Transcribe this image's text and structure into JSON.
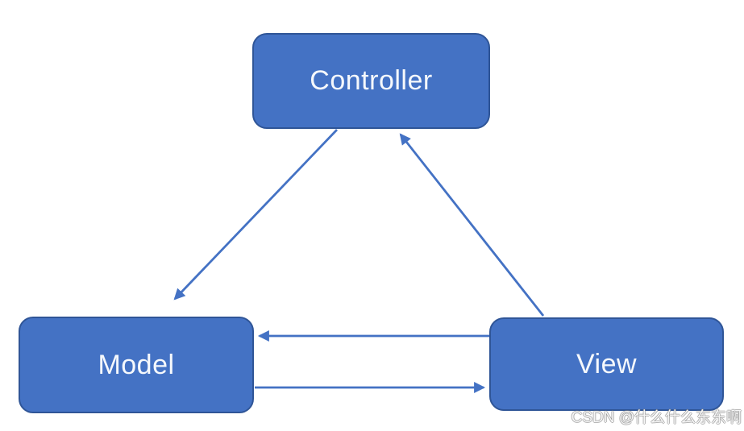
{
  "diagram": {
    "nodes": [
      {
        "id": "controller",
        "label": "Controller"
      },
      {
        "id": "model",
        "label": "Model"
      },
      {
        "id": "view",
        "label": "View"
      }
    ],
    "edges": [
      {
        "from": "controller",
        "to": "model"
      },
      {
        "from": "view",
        "to": "controller"
      },
      {
        "from": "view",
        "to": "model"
      },
      {
        "from": "model",
        "to": "view"
      }
    ],
    "colors": {
      "node_fill": "#4472C4",
      "node_border": "#2F5597",
      "arrow": "#4472C4",
      "label_text": "#F5F8FC",
      "background": "#FFFFFF"
    }
  },
  "watermark": {
    "text": "CSDN @什么什么东东啊"
  }
}
